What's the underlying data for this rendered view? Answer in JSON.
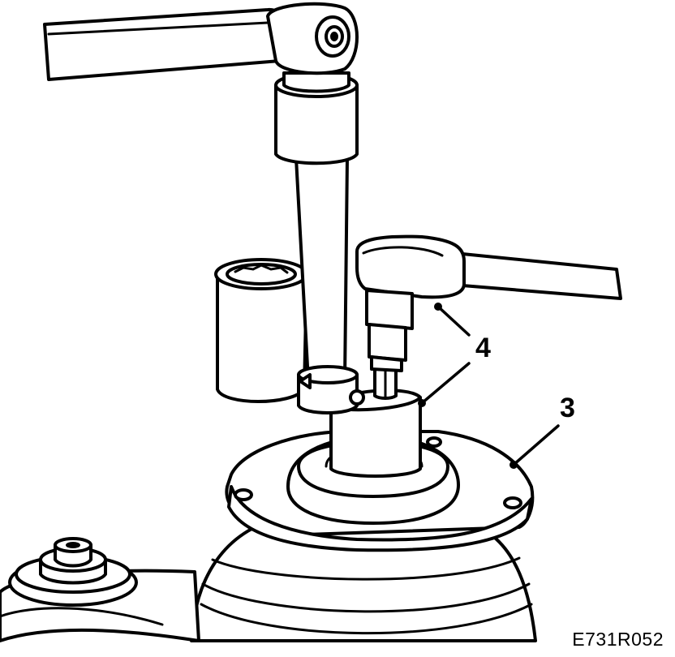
{
  "callouts": [
    {
      "number": "4",
      "label": "4"
    },
    {
      "number": "3",
      "label": "3"
    }
  ],
  "figure_code": "E731R052"
}
